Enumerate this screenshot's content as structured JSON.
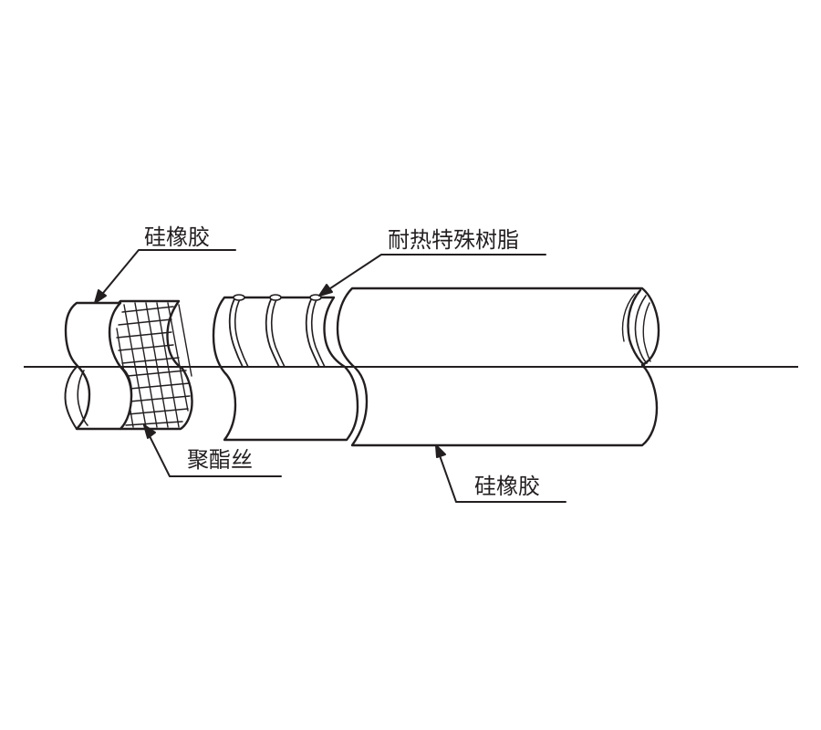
{
  "diagram": {
    "labels": {
      "silicone_rubber_top": "硅橡胶",
      "heat_resistant_resin": "耐热特殊树脂",
      "polyester_yarn": "聚酯丝",
      "silicone_rubber_bottom": "硅橡胶"
    },
    "colors": {
      "line": "#231f20",
      "background": "#ffffff"
    }
  }
}
